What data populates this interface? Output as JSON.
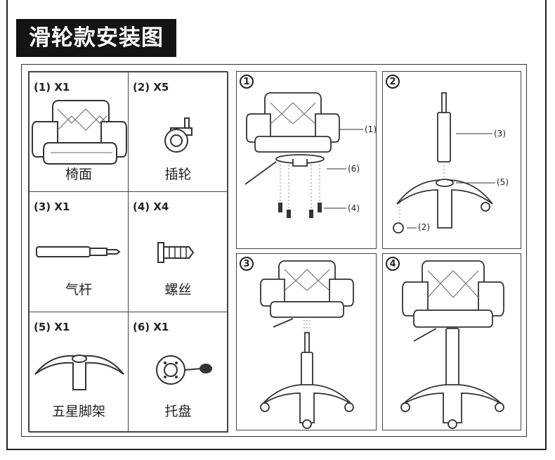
{
  "title": "滑轮款安装图",
  "parts": [
    {
      "qty": "(1) X1",
      "name": "椅面",
      "icon": "chair-seat-icon"
    },
    {
      "qty": "(2) X5",
      "name": "插轮",
      "icon": "caster-wheel-icon"
    },
    {
      "qty": "(3) X1",
      "name": "气杆",
      "icon": "gas-lift-icon"
    },
    {
      "qty": "(4) X4",
      "name": "螺丝",
      "icon": "screw-icon"
    },
    {
      "qty": "(5) X1",
      "name": "五星脚架",
      "icon": "star-base-icon"
    },
    {
      "qty": "(6) X1",
      "name": "托盘",
      "icon": "tray-mechanism-icon"
    }
  ],
  "steps": [
    {
      "number": "1",
      "callouts": [
        "(1)",
        "(6)",
        "(4)"
      ]
    },
    {
      "number": "2",
      "callouts": [
        "(3)",
        "(5)",
        "(2)"
      ]
    },
    {
      "number": "3",
      "callouts": []
    },
    {
      "number": "4",
      "callouts": []
    }
  ]
}
